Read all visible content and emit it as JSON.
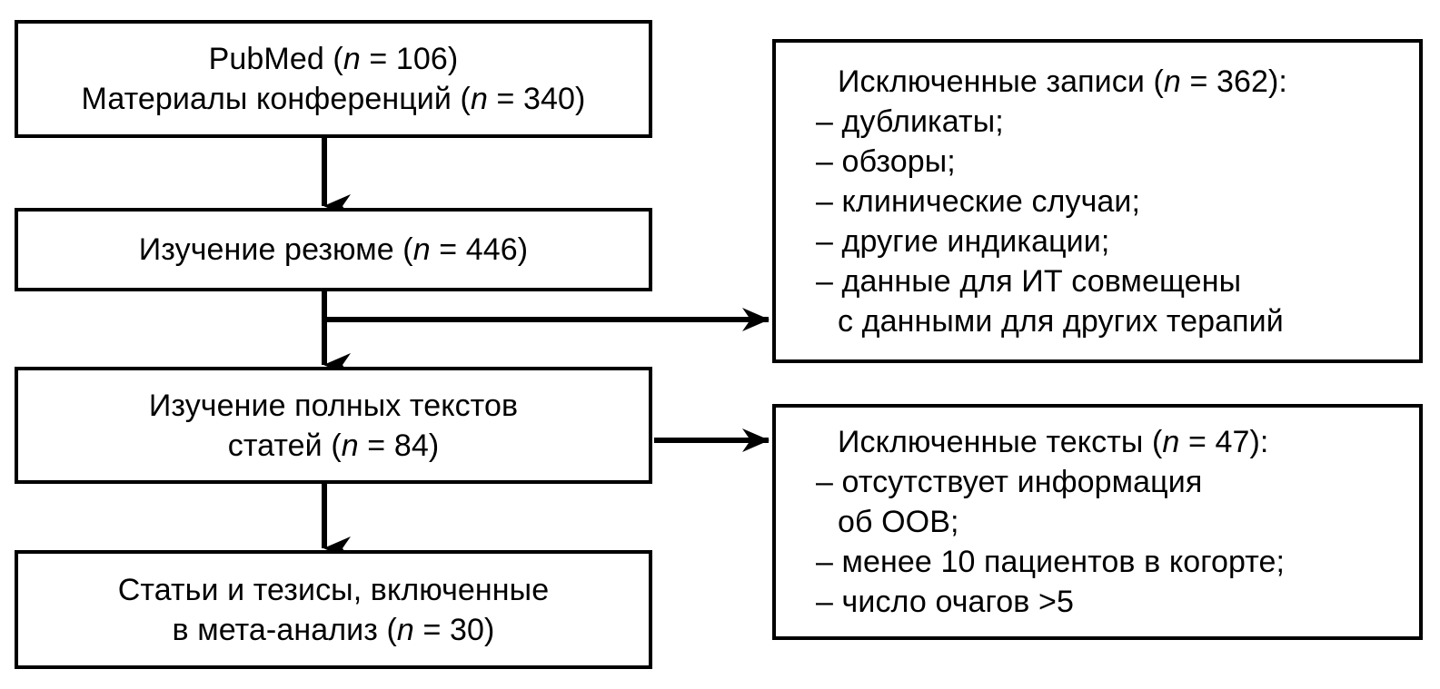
{
  "diagram": {
    "title": "PRISMA-style flow diagram of study selection",
    "stroke_color": "#000000",
    "background_color": "#ffffff"
  },
  "boxes": {
    "sources": {
      "name": "sources-box",
      "lines": [
        {
          "text_before": "PubMed (",
          "var": "n",
          "text_after": " = 106)"
        },
        {
          "text_before": "Материалы конференций (",
          "var": "n",
          "text_after": " = 340)"
        }
      ],
      "plain": [
        "PubMed (n = 106)",
        "Материалы конференций (n = 340)"
      ]
    },
    "abstracts": {
      "name": "abstract-screening-box",
      "lines": [
        {
          "text_before": "Изучение резюме (",
          "var": "n",
          "text_after": " = 446)"
        }
      ],
      "plain": [
        "Изучение резюме (n = 446)"
      ]
    },
    "fulltext": {
      "name": "fulltext-screening-box",
      "lines": [
        {
          "text_before": "Изучение полных текстов",
          "var": "",
          "text_after": ""
        },
        {
          "text_before": "статей (",
          "var": "n",
          "text_after": " = 84)"
        }
      ],
      "plain": [
        "Изучение полных текстов",
        "статей (n = 84)"
      ]
    },
    "included": {
      "name": "included-box",
      "lines": [
        {
          "text_before": "Статьи и тезисы, включенные",
          "var": "",
          "text_after": ""
        },
        {
          "text_before": "в мета-анализ (",
          "var": "n",
          "text_after": " = 30)"
        }
      ],
      "plain": [
        "Статьи и тезисы, включенные",
        "в мета-анализ (n = 30)"
      ]
    },
    "excluded_records": {
      "name": "excluded-records-box",
      "heading": {
        "text_before": "Исключенные записи (",
        "var": "n",
        "text_after": " = 362):"
      },
      "heading_plain": "Исключенные записи (n = 362):",
      "items": [
        "– дубликаты;",
        "– обзоры;",
        "– клинические случаи;",
        "– другие индикации;",
        "– данные для ИТ совмещены"
      ],
      "continuation": "с данными для других терапий"
    },
    "excluded_texts": {
      "name": "excluded-texts-box",
      "heading": {
        "text_before": "Исключенные тексты (",
        "var": "n",
        "text_after": " = 47):"
      },
      "heading_plain": "Исключенные тексты (n = 47):",
      "items": [
        "– отсутствует информация",
        "– менее 10 пациентов в когорте;",
        "– число очагов >5"
      ],
      "continuation_after_first": "об ООВ;"
    }
  },
  "connectors": [
    {
      "name": "arrow-sources-to-abstracts",
      "direction": "down"
    },
    {
      "name": "arrow-abstracts-to-fulltext",
      "direction": "down"
    },
    {
      "name": "arrow-abstracts-to-excluded-records",
      "direction": "right"
    },
    {
      "name": "arrow-fulltext-to-excluded-texts",
      "direction": "right"
    },
    {
      "name": "arrow-fulltext-to-included",
      "direction": "down"
    }
  ]
}
